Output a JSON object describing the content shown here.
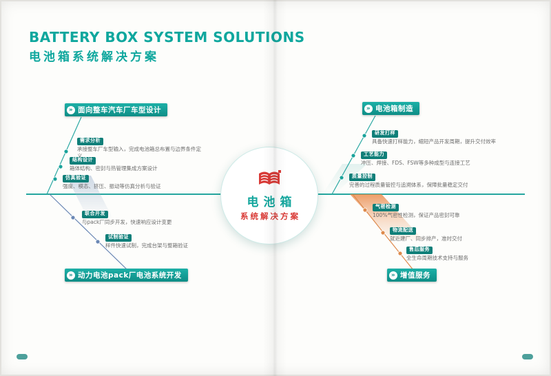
{
  "page": {
    "title_en": "BATTERY BOX SYSTEM SOLUTIONS",
    "title_zh": "电池箱系统解决方案"
  },
  "center": {
    "name_line1": "电池箱",
    "name_line2": "系统解决方案"
  },
  "icons": {
    "arrow_glyph": "»"
  },
  "branches": {
    "top_left": {
      "label": "面向整车汽车厂车型设计",
      "items": [
        {
          "tag": "需求分析",
          "desc": "承接整车厂车型输入，完成电池箱总布置与边界条件定义"
        },
        {
          "tag": "结构设计",
          "desc": "箱体结构、密封与热管理集成方案设计"
        },
        {
          "tag": "仿真验证",
          "desc": "强度、模态、挤压、振动等仿真分析与验证"
        }
      ]
    },
    "bottom_left": {
      "label": "动力电池pack厂电池系统开发",
      "items": [
        {
          "tag": "联合开发",
          "desc": "与pack厂同步开发，快速响应设计变更"
        },
        {
          "tag": "试制验证",
          "desc": "样件快速试制，完成台架与整箱验证"
        }
      ]
    },
    "top_right": {
      "label": "电池箱制造",
      "items": [
        {
          "tag": "研发打样",
          "desc": "具备快速打样能力，缩短产品开发周期，提升交付效率"
        },
        {
          "tag": "工艺能力",
          "desc": "冲压、焊接、FDS、FSW等多种成型与连接工艺"
        },
        {
          "tag": "质量控制",
          "desc": "完善的过程质量管控与追溯体系，保障批量稳定交付"
        }
      ]
    },
    "bottom_right": {
      "label": "增值服务",
      "items": [
        {
          "tag": "气密检测",
          "desc": "100%气密性检测，保证产品密封可靠"
        },
        {
          "tag": "物流配送",
          "desc": "就近建厂、同步排产，准时交付"
        },
        {
          "tag": "售后服务",
          "desc": "全生命周期技术支持与服务"
        }
      ]
    }
  },
  "colors": {
    "teal": "#13a69d",
    "red": "#d93a36",
    "blue_branch": "#6a87b4",
    "orange_branch": "#de8a4c"
  }
}
